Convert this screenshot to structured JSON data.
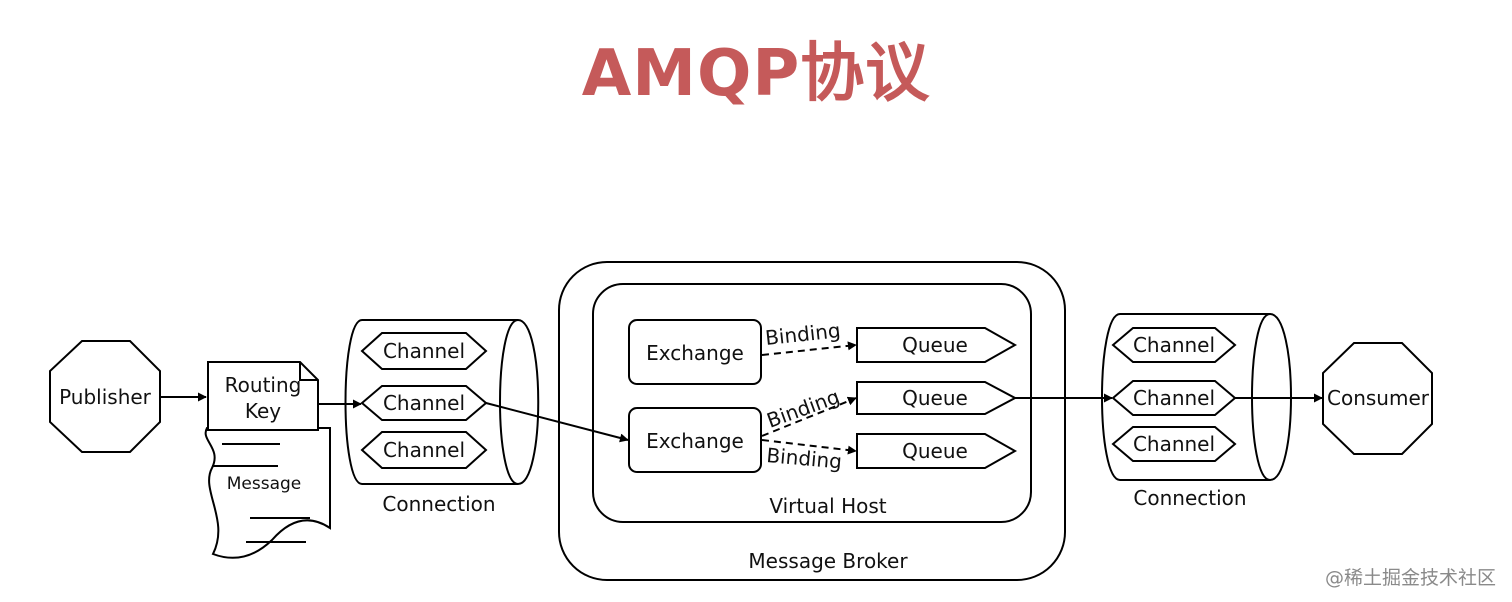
{
  "title": "AMQP协议",
  "colors": {
    "title": "#c55a5a",
    "stroke": "#000000"
  },
  "publisher": "Publisher",
  "consumer": "Consumer",
  "routing_key": {
    "line1": "Routing",
    "line2": "Key"
  },
  "message": "Message",
  "left_connection": {
    "label": "Connection",
    "channels": [
      "Channel",
      "Channel",
      "Channel"
    ]
  },
  "right_connection": {
    "label": "Connection",
    "channels": [
      "Channel",
      "Channel",
      "Channel"
    ]
  },
  "broker": {
    "label": "Message Broker"
  },
  "virtual_host": {
    "label": "Virtual Host"
  },
  "exchanges": [
    "Exchange",
    "Exchange"
  ],
  "bindings": [
    "Binding",
    "Binding",
    "Binding"
  ],
  "queues": [
    "Queue",
    "Queue",
    "Queue"
  ],
  "watermark": "@稀土掘金技术社区"
}
